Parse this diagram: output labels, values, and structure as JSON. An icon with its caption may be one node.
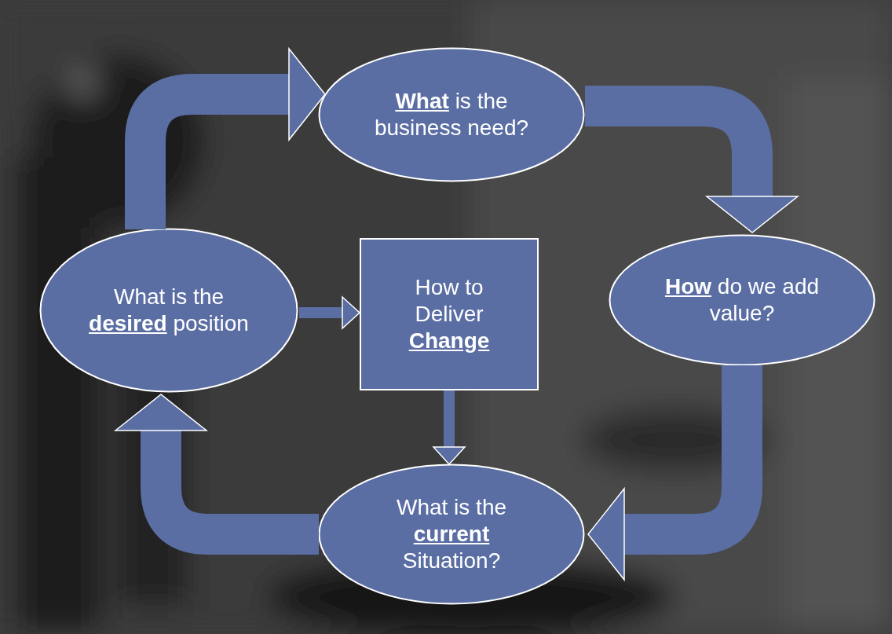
{
  "diagram": {
    "nodes": [
      {
        "text": [
          "**What** is the business need?"
        ]
      },
      {
        "text": [
          "**How** do we add value?"
        ]
      },
      {
        "text": [
          "What is the **current** Situation?"
        ]
      },
      {
        "text": [
          "What is the **desired** position"
        ]
      },
      {
        "text": [
          "How to Deliver **Change**"
        ]
      }
    ],
    "edges": [
      {
        "from": 0,
        "to": 1,
        "arrow": "to"
      },
      {
        "from": 1,
        "to": 2,
        "arrow": "to"
      },
      {
        "from": 2,
        "to": 3,
        "arrow": "to"
      },
      {
        "from": 3,
        "to": 0,
        "arrow": "to"
      },
      {
        "from": 3,
        "to": 4,
        "arrow": "to"
      },
      {
        "from": 4,
        "to": 2,
        "arrow": "to"
      }
    ]
  }
}
